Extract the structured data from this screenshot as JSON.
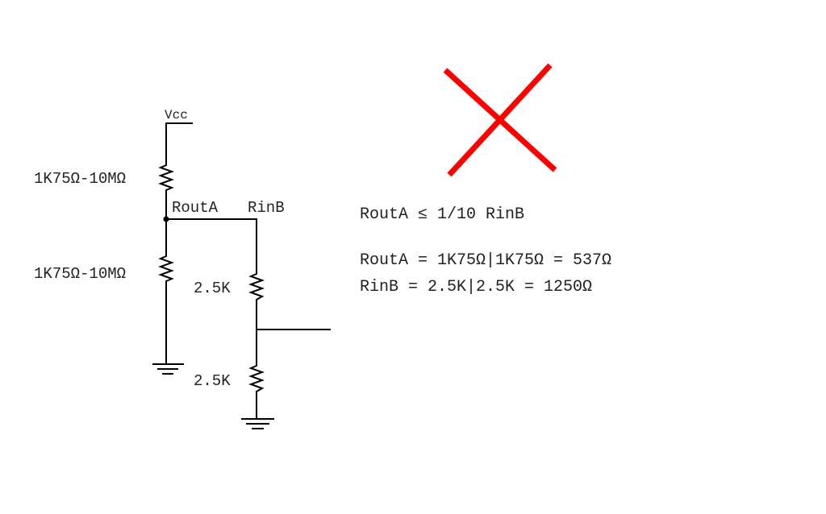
{
  "schematic": {
    "supply_label": "Vcc",
    "upper_resistor_label": "1K75Ω-10MΩ",
    "lower_resistor_label": "1K75Ω-10MΩ",
    "node_label_a": "RoutA",
    "node_label_b": "RinB",
    "divider_top_label": "2.5K",
    "divider_bottom_label": "2.5K"
  },
  "equations": {
    "rule": "RoutA ≤ 1/10 RinB",
    "routa": "RoutA = 1K75Ω|1K75Ω = 537Ω",
    "rinb": "RinB = 2.5K|2.5K = 1250Ω"
  },
  "colors": {
    "wire": "#000000",
    "text": "#222222",
    "cross": "#ff0000"
  },
  "icons": {
    "invalid_mark": "red-cross-icon",
    "ground": "ground-icon"
  }
}
